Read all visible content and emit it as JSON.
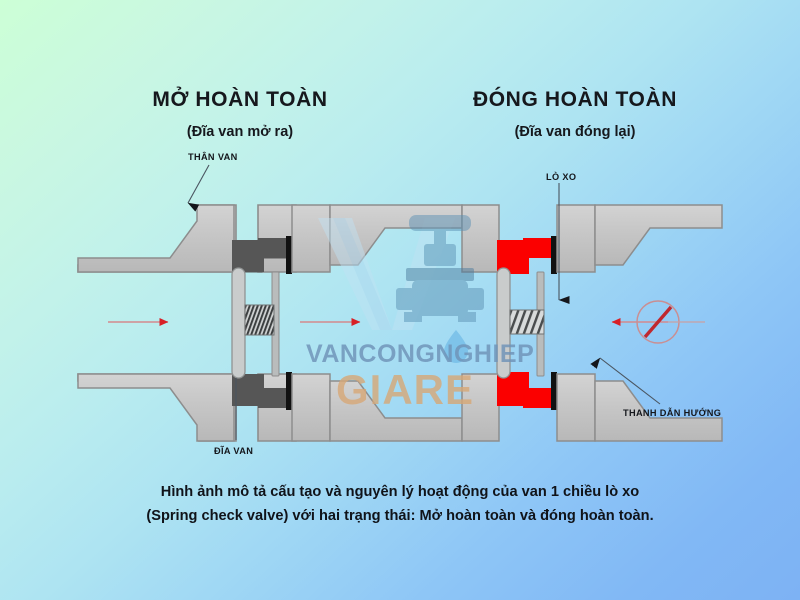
{
  "headings": {
    "left_title": "MỞ HOÀN TOÀN",
    "left_subtitle": "(Đĩa van mở ra)",
    "right_title": "ĐÓNG HOÀN TOÀN",
    "right_subtitle": "(Đĩa van đóng lại)"
  },
  "callouts": {
    "valve_body": "THÂN VAN",
    "valve_disc": "ĐĨA VAN",
    "spring": "LÒ XO",
    "guide_rod": "THANH DẪN HƯỚNG"
  },
  "caption": {
    "line1": "Hình ảnh mô tả cấu tạo và nguyên lý hoạt động của van 1 chiều lò xo",
    "line2": "(Spring check valve) với hai trạng thái: Mở hoàn toàn và đóng hoàn toàn."
  },
  "watermark": {
    "brand_primary": "VANCONGNGHIEP",
    "brand_secondary": "GIARE"
  },
  "colors": {
    "body_gray": "#c6c6c6",
    "body_outline": "#8d8d8d",
    "seat_open": "#565656",
    "seat_closed": "#fb0000",
    "seal_black": "#111111",
    "flow_red": "#d81f26",
    "text_dark": "#16181d",
    "bg_start": "#ccffd6",
    "bg_end": "#7db2f4",
    "wm_blue": "#6f93b8",
    "wm_tan": "#d7a877"
  },
  "diagram": {
    "states": [
      {
        "name": "open",
        "label": "MỞ HOÀN TOÀN",
        "seat_color": "#565656",
        "spring": "compressed",
        "flow": "forward"
      },
      {
        "name": "closed",
        "label": "ĐÓNG HOÀN TOÀN",
        "seat_color": "#fb0000",
        "spring": "extended",
        "flow": "blocked"
      }
    ],
    "flow_arrows": [
      {
        "name": "inlet-left",
        "direction": "right"
      },
      {
        "name": "middle",
        "direction": "right"
      },
      {
        "name": "reverse-right",
        "direction": "left"
      }
    ],
    "blocked_symbol": "circle-slash"
  }
}
